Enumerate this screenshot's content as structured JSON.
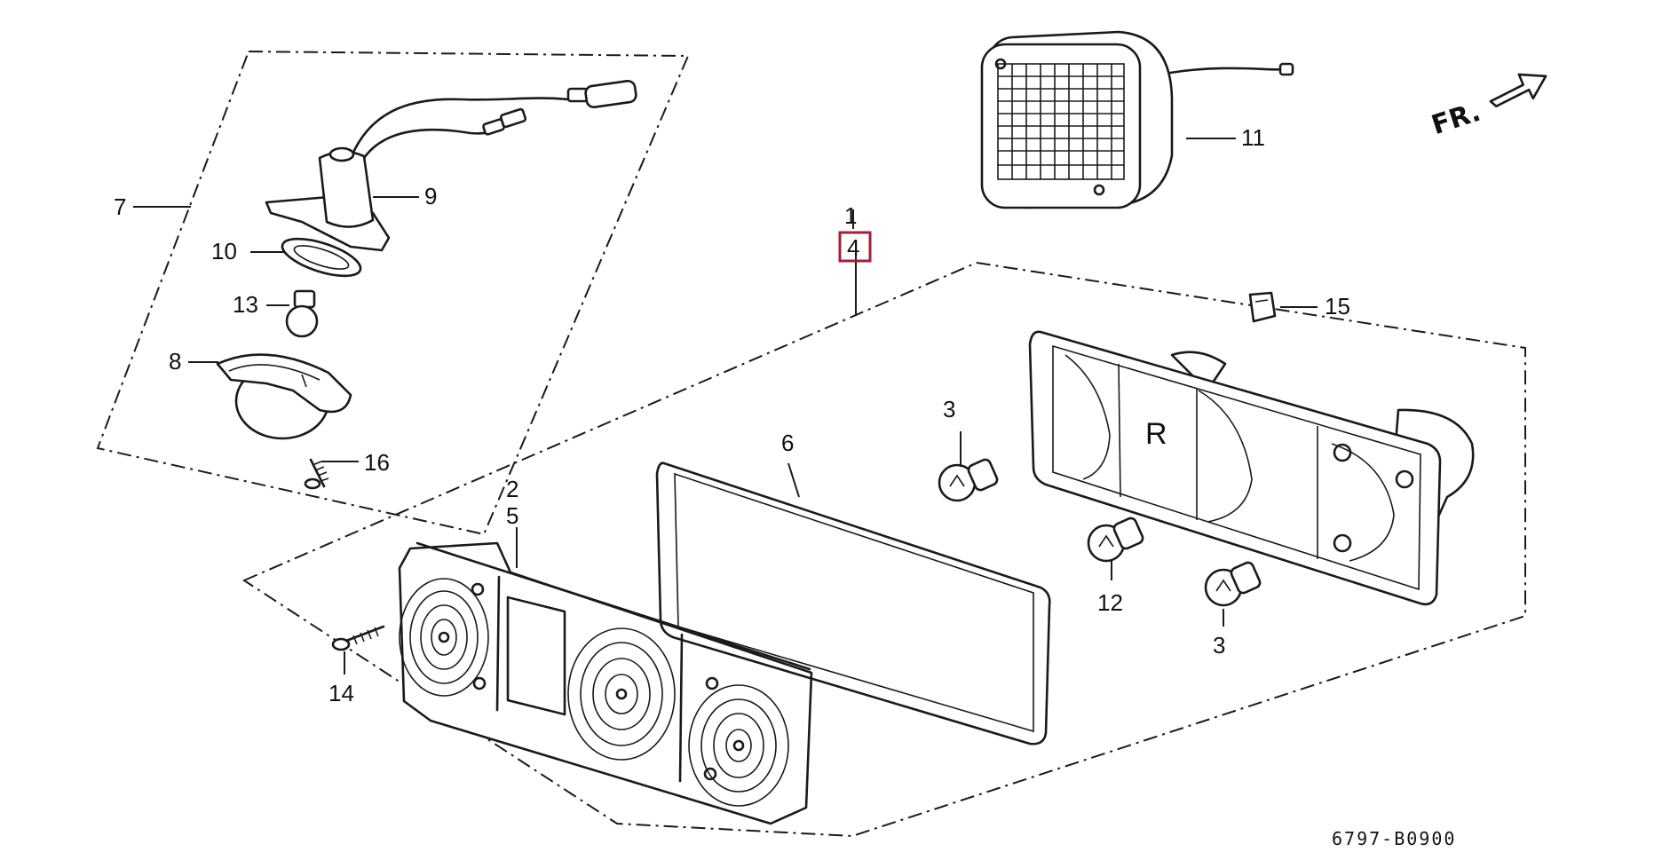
{
  "diagram": {
    "direction_label": "FR.",
    "drawing_code": "6797-B0900",
    "highlight_color": "#a3203a",
    "line_color": "#1a1a1a",
    "callouts": {
      "c1": "1",
      "c4": "4",
      "c2": "2",
      "c5": "5",
      "c3a": "3",
      "c3b": "3",
      "c6": "6",
      "c7": "7",
      "c8": "8",
      "c9": "9",
      "c10": "10",
      "c11": "11",
      "c12": "12",
      "c13": "13",
      "c14": "14",
      "c15": "15",
      "c16": "16"
    }
  }
}
